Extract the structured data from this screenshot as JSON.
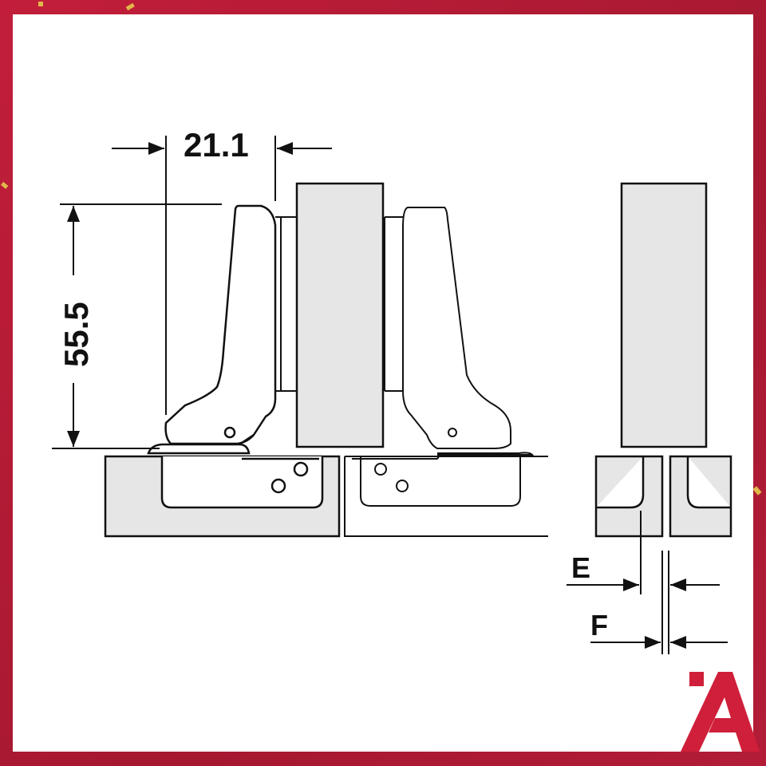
{
  "diagram": {
    "dimension_width": "21.1",
    "dimension_height": "55.5",
    "label_e": "E",
    "label_f": "F"
  },
  "colors": {
    "frame": "#b01c35",
    "background": "#ffffff",
    "panel_fill": "#e6e6e6",
    "line": "#111111",
    "logo": "#d01f3a"
  },
  "icons": {
    "logo": "a-logo-icon"
  }
}
